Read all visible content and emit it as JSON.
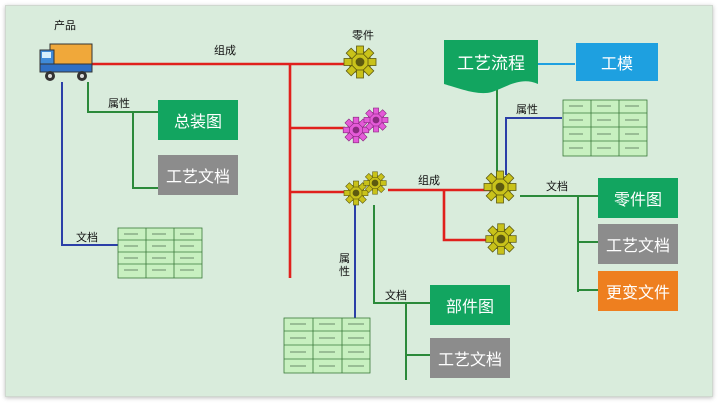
{
  "colors": {
    "background": "#d9ecdc",
    "line_red": "#e0201c",
    "line_blue": "#2b3fa8",
    "line_green": "#2b8a3a",
    "box_green": "#12a560",
    "box_gray": "#8c8c8c",
    "box_orange": "#ee7f1f",
    "box_blue": "#1ea0e0",
    "gear_yellow": "#c9c21a",
    "gear_magenta": "#e45ad8",
    "table_fill": "#c8f0c0"
  },
  "labels": {
    "product": "产品",
    "compose_top": "组成",
    "part": "零件",
    "attribute_left": "属性",
    "document_left": "文档",
    "attribute_mid": "属性",
    "document_mid": "文档",
    "compose_mid": "组成",
    "attribute_right": "属性",
    "document_right": "文档"
  },
  "boxes": {
    "assembly_drawing": "总装图",
    "process_doc_left": "工艺文档",
    "process_flow": "工艺流程",
    "tooling": "工模",
    "part_drawing": "零件图",
    "process_doc_right": "工艺文档",
    "change_file": "更变文件",
    "component_drawing": "部件图",
    "process_doc_mid": "工艺文档"
  },
  "icons": [
    "truck-icon",
    "gear-icon",
    "table-icon"
  ]
}
